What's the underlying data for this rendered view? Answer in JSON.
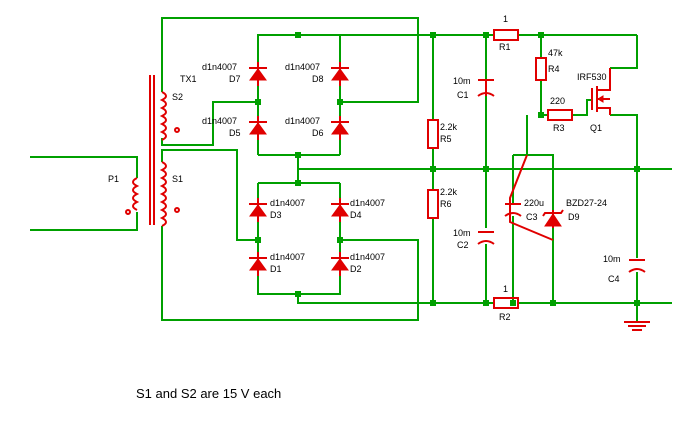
{
  "labels": {
    "tx": "TX1",
    "s1": "S1",
    "s2": "S2",
    "p1": "P1",
    "d1": "D1",
    "d2": "D2",
    "d3": "D3",
    "d4": "D4",
    "d5": "D5",
    "d6": "D6",
    "d7": "D7",
    "d8": "D8",
    "d9": "D9",
    "d1n": "d1n4007",
    "r1": "R1",
    "r1v": "1",
    "r2": "R2",
    "r2v": "1",
    "r3": "R3",
    "r3v": "220",
    "r4": "R4",
    "r4v": "47k",
    "r5": "R5",
    "r5v": "2.2k",
    "r6": "R6",
    "r6v": "2.2k",
    "c1": "C1",
    "c1v": "10m",
    "c2": "C2",
    "c2v": "10m",
    "c3": "C3",
    "c3v": "220u",
    "c4": "C4",
    "c4v": "10m",
    "q1": "Q1",
    "q1v": "IRF530",
    "d9v": "BZD27-24"
  },
  "note": "S1 and S2 are 15 V each",
  "colors": {
    "wire": "#00a000",
    "component": "#e00000",
    "text": "#000000"
  }
}
